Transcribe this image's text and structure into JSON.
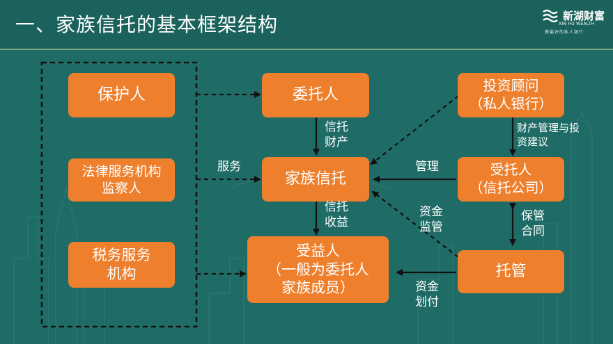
{
  "header": {
    "title": "一、家族信托的基本框架结构"
  },
  "logo": {
    "name": "新湖财富",
    "english": "XIN HU WEALTH",
    "slogan": "做最好的私人银行"
  },
  "nodes": {
    "protector": "保护人",
    "legal_service": [
      "法律服务机构",
      "监察人"
    ],
    "tax_service": [
      "税务服务",
      "机构"
    ],
    "settlor": "委托人",
    "family_trust": "家族信托",
    "beneficiary": [
      "受益人",
      "（一般为委托人",
      "家族成员）"
    ],
    "advisor": [
      "投资顾问",
      "（私人银行）"
    ],
    "trustee": [
      "受托人",
      "（信托公司）"
    ],
    "custody": "托管"
  },
  "edge_labels": {
    "service": "服务",
    "trust_property": [
      "信托",
      "财产"
    ],
    "trust_income": [
      "信托",
      "收益"
    ],
    "management": "管理",
    "asset_advice": [
      "财产管理与投",
      "资建议"
    ],
    "fund_supervision": [
      "资金",
      "监管"
    ],
    "custody_contract": [
      "保管",
      "合同"
    ],
    "fund_transfer": [
      "资金",
      "划付"
    ]
  },
  "colors": {
    "background": "#1f6b66",
    "box_fill": "#ee7f2d",
    "arrow": "#111111"
  }
}
